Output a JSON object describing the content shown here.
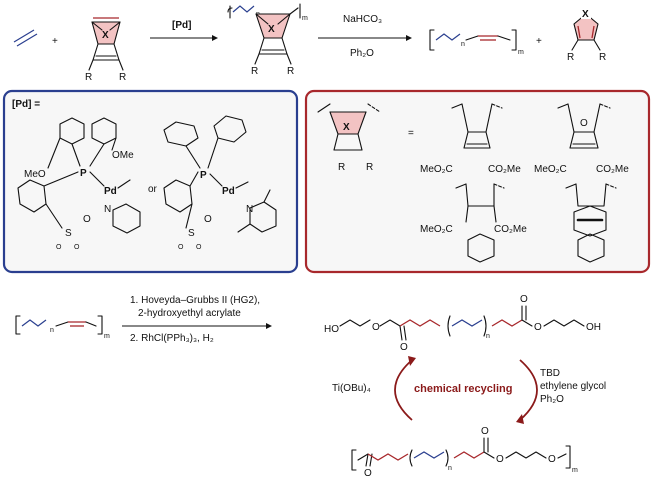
{
  "top_scheme": {
    "catalyst_label": "[Pd]",
    "reagent_1": "NaHCO₃",
    "reagent_2": "Ph₂O",
    "plus": "+",
    "x_atom": "X",
    "r_group": "R",
    "sub_n": "n",
    "sub_m": "m"
  },
  "catalyst_box": {
    "title": "[Pd] =",
    "or_text": "or",
    "ome": "OMe",
    "meo": "MeO",
    "p": "P",
    "pd": "Pd",
    "n": "N",
    "o": "O",
    "s": "S"
  },
  "monomer_box": {
    "equals": "=",
    "x_atom": "X",
    "r_group": "R",
    "meo2c": "MeO₂C",
    "co2me": "CO₂Me",
    "o_atom": "O"
  },
  "bottom_scheme": {
    "step1_line1": "1. Hoveyda–Grubbs II (HG2),",
    "step1_line2": "2-hydroxyethyl acrylate",
    "step2": "2. RhCl(PPh₃)₃, H₂",
    "ho": "HO",
    "oh": "OH",
    "o": "O",
    "sub_n": "n",
    "sub_m": "m",
    "recycle_label": "chemical recycling",
    "left_reagent": "Ti(OBu)₄",
    "right_reagent_1": "TBD",
    "right_reagent_2": "ethylene glycol",
    "right_reagent_3": "Ph₂O"
  },
  "colors": {
    "blue_box": "#2a3f8f",
    "red_box": "#a8282c",
    "recycle_text": "#8b1a1a",
    "pink_fill": "#f3c3c3",
    "box_fill": "#f7f7f7"
  }
}
